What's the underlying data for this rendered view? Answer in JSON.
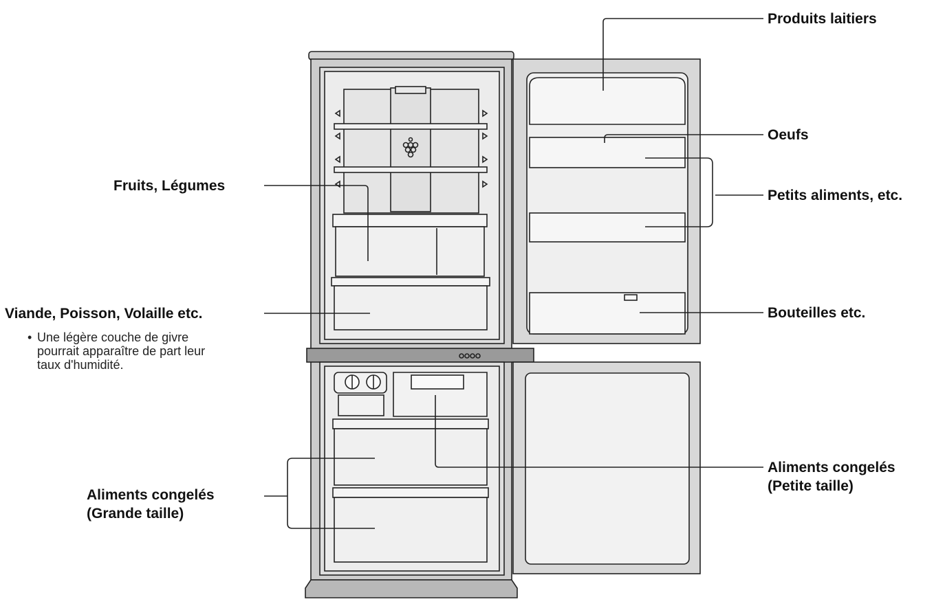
{
  "labels": {
    "produits_laitiers": "Produits laitiers",
    "oeufs": "Oeufs",
    "petits_aliments": "Petits aliments, etc.",
    "bouteilles": "Bouteilles etc.",
    "fruits_legumes": "Fruits, Légumes",
    "viande": "Viande, Poisson, Volaille etc.",
    "viande_note": "Une légère couche de givre pourrait apparaître de part leur taux d'humidité.",
    "congeles_petite_line1": "Aliments congelés",
    "congeles_petite_line2": "(Petite taille)",
    "congeles_grande_line1": "Aliments congelés",
    "congeles_grande_line2": "(Grande taille)"
  },
  "colors": {
    "outline": "#222222",
    "cabinet": "#cfcfcf",
    "interior": "#e9e9e9",
    "door": "#d8d8d8"
  }
}
